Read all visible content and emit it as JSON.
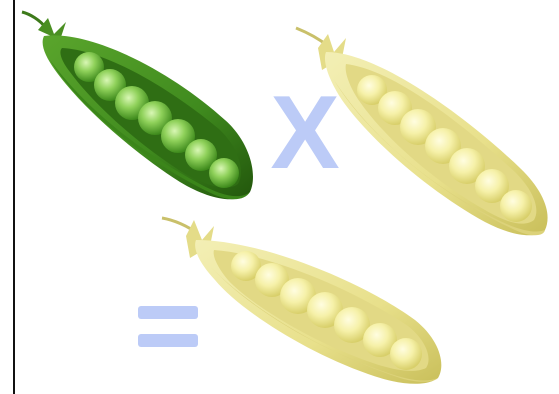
{
  "scene": {
    "operator_multiply": "X",
    "operator_equals": "=",
    "operator_color": "#bccbf7",
    "pods": [
      {
        "name": "green-pea-pod",
        "color": "green",
        "peas": 7
      },
      {
        "name": "yellow-pea-pod-top",
        "color": "yellow",
        "peas": 7
      },
      {
        "name": "yellow-pea-pod-result",
        "color": "yellow",
        "peas": 7
      }
    ],
    "colors": {
      "green_pod": "#3f8a1e",
      "green_pea": "#8fd15a",
      "yellow_pod": "#ece79a",
      "yellow_pea": "#f6f1a9"
    }
  }
}
